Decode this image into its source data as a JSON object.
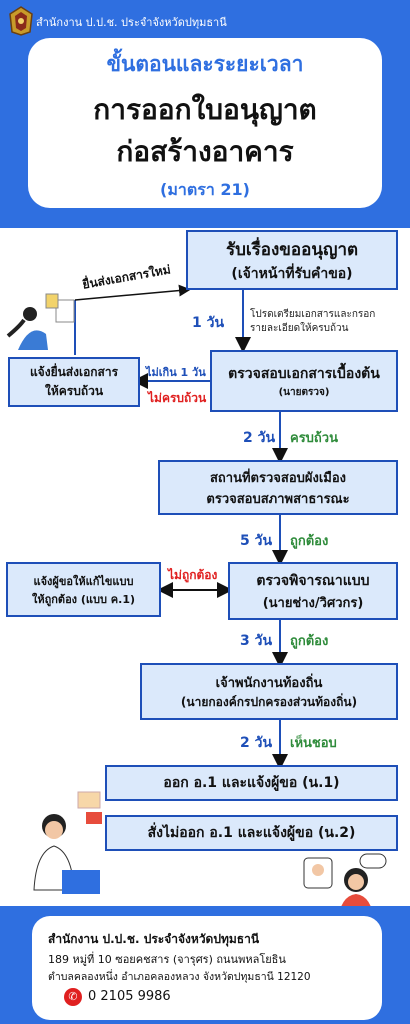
{
  "header": {
    "agency": "สำนักงาน ป.ป.ช. ประจำจังหวัดปทุมธานี"
  },
  "title": {
    "line1": "ขั้นตอนและระยะเวลา",
    "line2": "การออกใบอนุญาต",
    "line3": "ก่อสร้างอาคาร",
    "line4": "(มาตรา 21)"
  },
  "steps": {
    "s1": {
      "line1": "รับเรื่องขออนุญาต",
      "line2": "(เจ้าหน้าที่รับคำขอ)"
    },
    "s2": {
      "line1": "ตรวจสอบเอกสารเบื้องต้น",
      "line2": "(นายตรวจ)"
    },
    "s3": {
      "line1": "สถานที่ตรวจสอบผังเมือง",
      "line2": "ตรวจสอบสภาพสาธารณะ"
    },
    "s4": {
      "line1": "ตรวจพิจารณาแบบ",
      "line2": "(นายช่าง/วิศวกร)"
    },
    "s5": {
      "line1": "เจ้าพนักงานท้องถิ่น",
      "line2": "(นายกองค์กรปกครองส่วนท้องถิ่น)"
    },
    "s6": {
      "line1": "ออก อ.1 และแจ้งผู้ขอ (น.1)"
    },
    "s7": {
      "line1": "สั่งไม่ออก อ.1 และแจ้งผู้ขอ (น.2)"
    }
  },
  "side": {
    "doc_notice": {
      "line1": "แจ้งยื่นส่งเอกสาร",
      "line2": "ให้ครบถ้วน"
    },
    "fix_notice": {
      "line1": "แจ้งผู้ขอให้แก้ไขแบบ",
      "line2": "ให้ถูกต้อง (แบบ ค.1)"
    }
  },
  "labels": {
    "resubmit": "ยื่นส่งเอกสารใหม่",
    "d1": "1 วัน",
    "note1": "โปรดเตรียมเอกสารและกรอก",
    "note2": "รายละเอียดให้ครบถ้วน",
    "within1": "ไม่เกิน 1 วัน",
    "incomplete": "ไม่ครบถ้วน",
    "d2": "2 วัน",
    "complete": "ครบถ้วน",
    "d3": "5 วัน",
    "correct1": "ถูกต้อง",
    "incorrect": "ไม่ถูกต้อง",
    "d4": "3 วัน",
    "correct2": "ถูกต้อง",
    "d5": "2 วัน",
    "approve": "เห็นชอบ"
  },
  "footer": {
    "name": "สำนักงาน ป.ป.ช. ประจำจังหวัดปทุมธานี",
    "addr1": "189 หมู่ที่ 10 ซอยคชสาร (จารุศร) ถนนพหลโยธิน",
    "addr2": "ตำบลคลองหนึ่ง อำเภอคลองหลวง จังหวัดปทุมธานี 12120",
    "phone": "0 2105 9986"
  },
  "colors": {
    "brand": "#2f6fe0",
    "box_fill": "#dbe9fb",
    "box_border": "#1e4fb8",
    "ok": "#2e8b3a",
    "error": "#e02020"
  }
}
